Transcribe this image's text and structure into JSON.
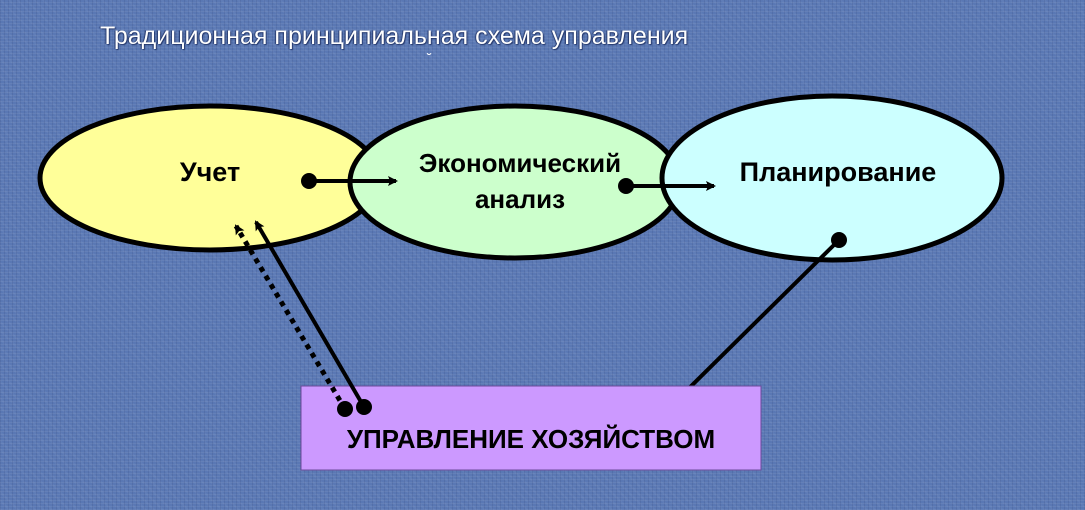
{
  "title": "Традиционная принципиальная схема управления",
  "stray_mark": "˘",
  "nodes": {
    "uchet": {
      "label": "Учет",
      "color": "#ffff99"
    },
    "analiz": {
      "line1": "Экономический",
      "line2": "анализ",
      "color": "#ccffcc"
    },
    "plan": {
      "label": "Планирование",
      "color": "#ccffff"
    },
    "management": {
      "label": "УПРАВЛЕНИЕ  ХОЗЯЙСТВОМ",
      "color": "#cc99ff"
    }
  }
}
